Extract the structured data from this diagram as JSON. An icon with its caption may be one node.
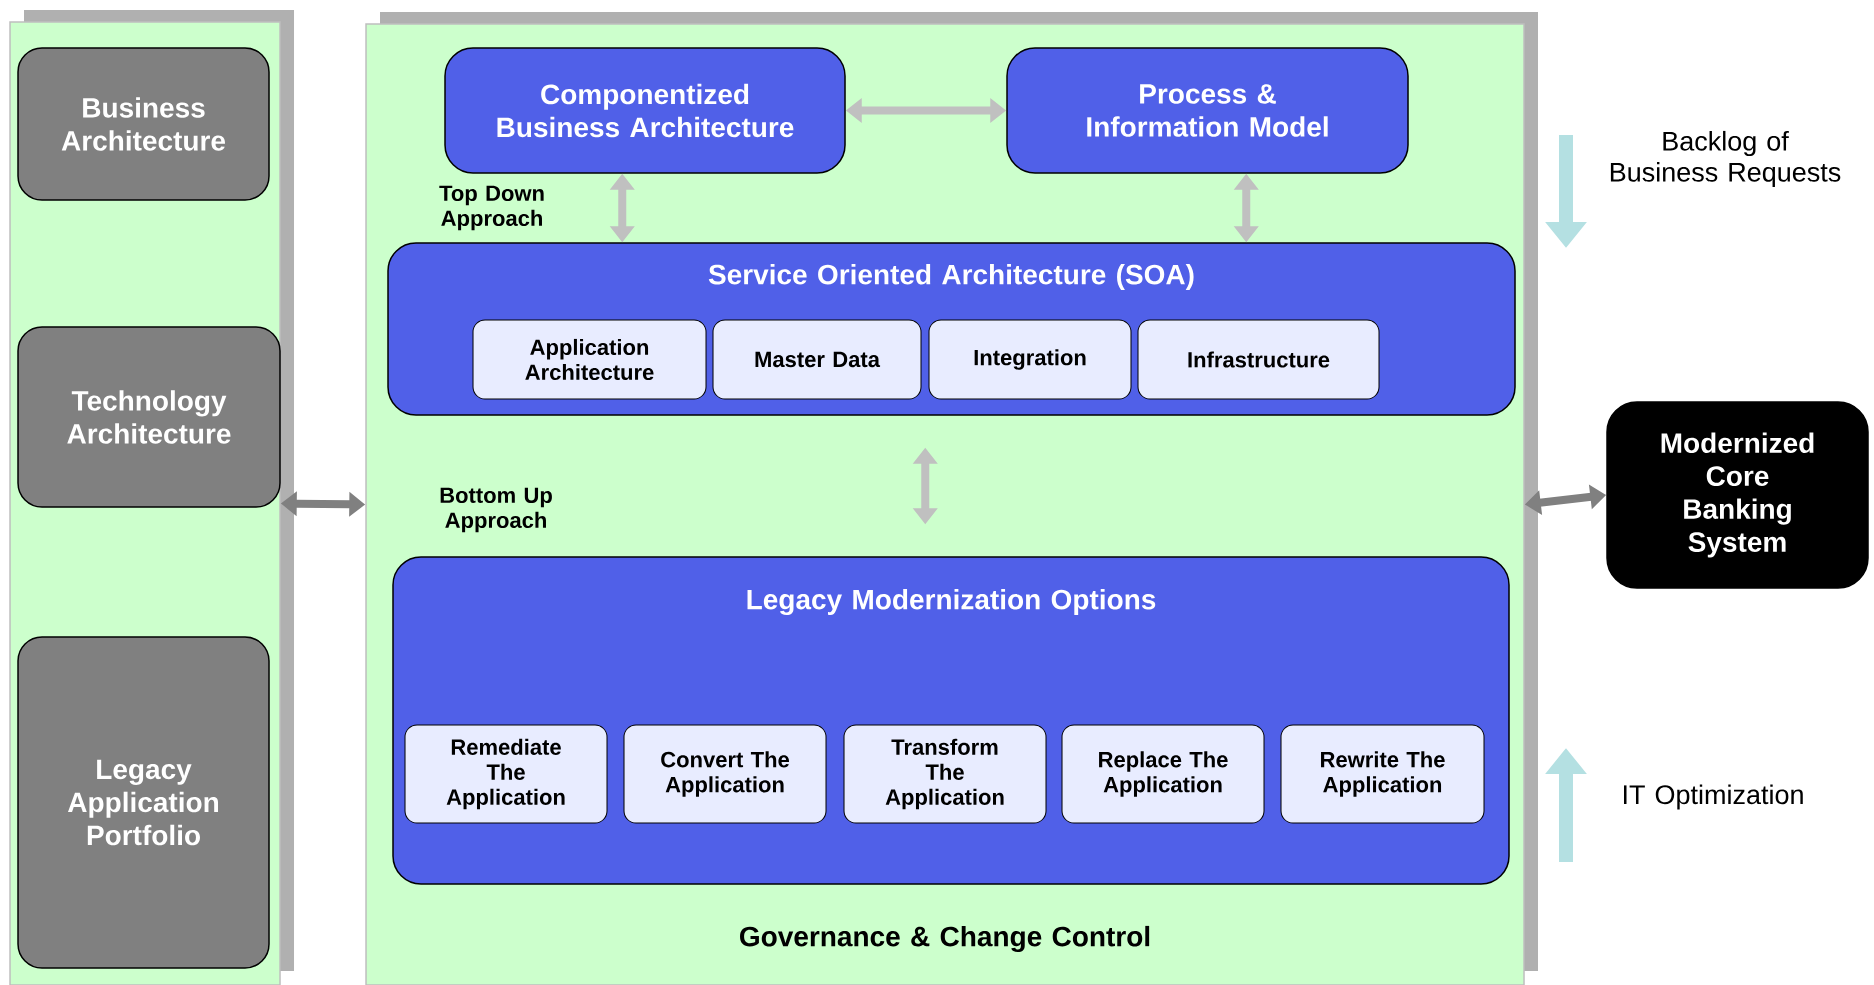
{
  "diagram": {
    "nodes": [
      {
        "text": [],
        "shape": "box"
      },
      {
        "text": [
          "Business Architecture"
        ],
        "in": 0
      },
      {
        "text": [
          "Technology Architecture"
        ],
        "in": 0
      },
      {
        "text": [
          "Legacy Application Portfolio"
        ],
        "in": 0
      },
      {
        "text": [
          "Governance & Change Control"
        ]
      },
      {
        "text": [
          "Componentized Business Architecture"
        ],
        "in": 4
      },
      {
        "text": [
          "Process & Information Model"
        ],
        "in": 4
      },
      {
        "text": [
          "Service Oriented Architecture (SOA)"
        ],
        "in": 4
      },
      {
        "text": [
          "Application Architecture"
        ],
        "in": 7
      },
      {
        "text": [
          "Master Data"
        ],
        "in": 7
      },
      {
        "text": [
          "Integration"
        ],
        "in": 7
      },
      {
        "text": [
          "Infrastructure"
        ],
        "in": 7
      },
      {
        "text": [
          "Legacy Modernization Options"
        ],
        "in": 4
      },
      {
        "text": [
          "Remediate The Application"
        ],
        "in": 12
      },
      {
        "text": [
          "Convert The Application"
        ],
        "in": 12
      },
      {
        "text": [
          "Transform The Application"
        ],
        "in": 12
      },
      {
        "text": [
          "Replace The Application"
        ],
        "in": 12
      },
      {
        "text": [
          "Rewrite The Application"
        ],
        "in": 12
      },
      {
        "text": [
          "Modernized Core Banking System"
        ]
      }
    ],
    "edges": [
      {
        "from": 5,
        "to": 6,
        "arrow": "both"
      },
      {
        "from": 5,
        "to": 7,
        "arrow": "both"
      },
      {
        "from": 6,
        "to": 7,
        "arrow": "both"
      },
      {
        "from": 7,
        "to": 12,
        "arrow": "both"
      },
      {
        "from": 0,
        "to": 4,
        "arrow": "both",
        "color": "#808080"
      },
      {
        "from": 4,
        "to": 18,
        "arrow": "both",
        "color": "#808080"
      }
    ],
    "labels": [
      "Top Down Approach",
      "Bottom Up Approach",
      "Backlog of Business Requests",
      "IT Optimization"
    ]
  }
}
